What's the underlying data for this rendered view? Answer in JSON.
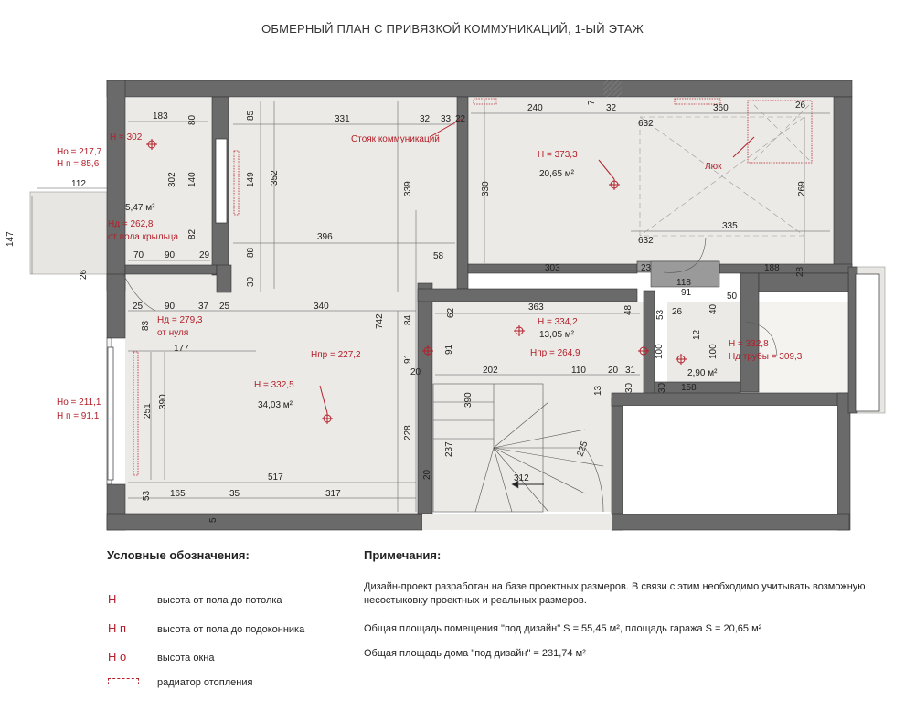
{
  "title": "ОБМЕРНЫЙ ПЛАН С ПРИВЯЗКОЙ КОММУНИКАЦИЙ, 1-ЫЙ ЭТАЖ",
  "legend": {
    "heading": "Условные обозначения:",
    "items": [
      {
        "symbol": "Н",
        "text": "высота от пола до потолка"
      },
      {
        "symbol": "Н п",
        "text": "высота от пола до подоконника"
      },
      {
        "symbol": "Н о",
        "text": "высота окна"
      },
      {
        "symbol": "",
        "text": "радиатор отопления"
      }
    ]
  },
  "notes": {
    "heading": "Примечания:",
    "lines": [
      "Дизайн-проект разработан на базе проектных размеров. В связи с этим необходимо учитывать возможную несостыковку проектных и реальных размеров.",
      "Общая площадь помещения \"под дизайн\" S = 55,45 м², площадь гаража S = 20,65 м²",
      "Общая площадь дома \"под дизайн\" = 231,74 м²"
    ]
  },
  "labels": {
    "stoyak": "Стояк коммуникаций",
    "lyuk": "Люк"
  },
  "rooms": {
    "entry": {
      "h": "Н = 302",
      "ho": "Но = 217,7",
      "hp": "Н п = 85,6",
      "area": "5,47 м²",
      "hd": "Нд = 262,8",
      "hd_note": "от пола крыльца"
    },
    "living": {
      "h": "Н = 332,5",
      "area": "34,03 м²",
      "ho": "Но = 211,1",
      "hp": "Н п = 91,1",
      "hd": "Нд = 279,3",
      "hd_note": "от нуля",
      "hpr": "Нпр = 227,2"
    },
    "garage": {
      "h": "Н = 373,3",
      "area": "20,65 м²"
    },
    "hall": {
      "h": "Н = 334,2",
      "area": "13,05 м²",
      "hpr": "Нпр = 264,9"
    },
    "wc": {
      "h": "Н = 332,8",
      "hd": "Нд трубы = 309,3",
      "area": "2,90 м²"
    }
  },
  "dims": {
    "d183": "183",
    "d80a": "80",
    "d85": "85",
    "d331": "331",
    "d32a": "32",
    "d33": "33",
    "d22": "22",
    "d240": "240",
    "d7": "7",
    "d32b": "32",
    "d632a": "632",
    "d360": "360",
    "d26a": "26",
    "d302": "302",
    "d140": "140",
    "d149": "149",
    "d352": "352",
    "d339": "339",
    "d330": "330",
    "d269": "269",
    "d112": "112",
    "d147": "147",
    "d82": "82",
    "d396": "396",
    "d335": "335",
    "d632b": "632",
    "d70": "70",
    "d90a": "90",
    "d29": "29",
    "d88": "88",
    "d58": "58",
    "d26b": "26",
    "d30": "30",
    "d303": "303",
    "d23": "23",
    "d188": "188",
    "d28": "28",
    "d118": "118",
    "d25a": "25",
    "d90b": "90",
    "d37": "37",
    "d25b": "25",
    "d340": "340",
    "d363": "363",
    "d48": "48",
    "d91a": "91",
    "d50": "50",
    "d83": "83",
    "d742": "742",
    "d84": "84",
    "d62": "62",
    "d53a": "53",
    "d26c": "26",
    "d40": "40",
    "d177": "177",
    "d91b": "91",
    "d91c": "91",
    "d12": "12",
    "d100a": "100",
    "d100b": "100",
    "d20a": "20",
    "d202": "202",
    "d110": "110",
    "d20b": "20",
    "d31": "31",
    "d30b": "30",
    "d158": "158",
    "d30c": "30",
    "d390a": "390",
    "d251": "251",
    "d13": "13",
    "d390b": "390",
    "d228": "228",
    "d237": "237",
    "d225": "225",
    "d517": "517",
    "d20c": "20",
    "d312": "312",
    "d165": "165",
    "d35": "35",
    "d317": "317",
    "d53b": "53",
    "d5": "5"
  },
  "colors": {
    "wall": "#555555",
    "floor": "#eceae6",
    "accent": "#b3202a",
    "line": "#333333"
  }
}
